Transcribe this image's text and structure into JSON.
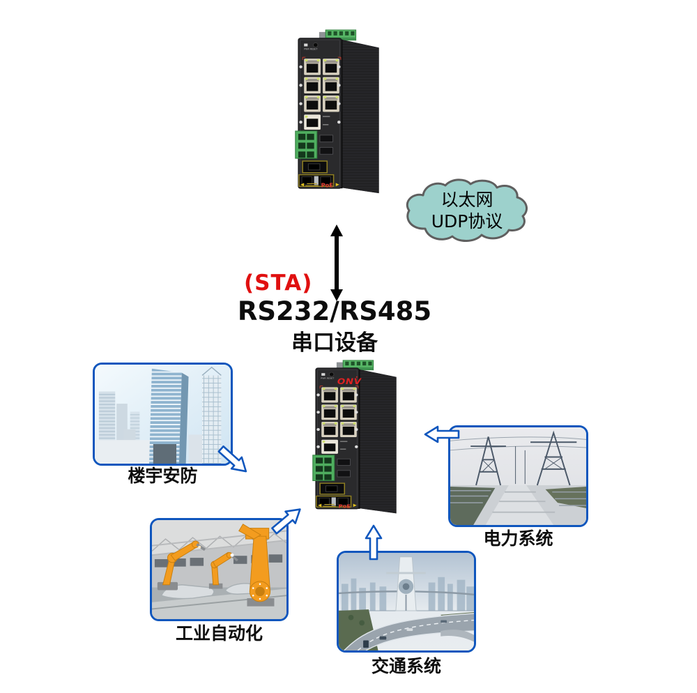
{
  "diagram": {
    "cloud": {
      "line1": "以太网",
      "line2": "UDP协议"
    },
    "sta_label": "(STA)",
    "interface_label": "RS232/RS485",
    "serial_device_label": "串口设备"
  },
  "devices": {
    "top": {
      "poe_label": "PoE",
      "pwr_label": "PWR RESET"
    },
    "bottom": {
      "logo": "ONV",
      "poe_label": "PoE",
      "pwr_label": "PWR RESET"
    }
  },
  "applications": [
    {
      "id": "building",
      "label": "楼宇安防"
    },
    {
      "id": "power",
      "label": "电力系统"
    },
    {
      "id": "industry",
      "label": "工业自动化"
    },
    {
      "id": "traffic",
      "label": "交通系统"
    }
  ],
  "colors": {
    "card_border": "#0f56bd",
    "arrow_outline": "#0f56bd",
    "cloud_fill": "#9dd1cc",
    "cloud_stroke": "#5f5f5f",
    "sta_red": "#e01010",
    "device_body": "#2a2a2c",
    "terminal_green": "#56b565",
    "logo_red": "#dd2222",
    "sfp_yellow": "#8f7f22"
  }
}
